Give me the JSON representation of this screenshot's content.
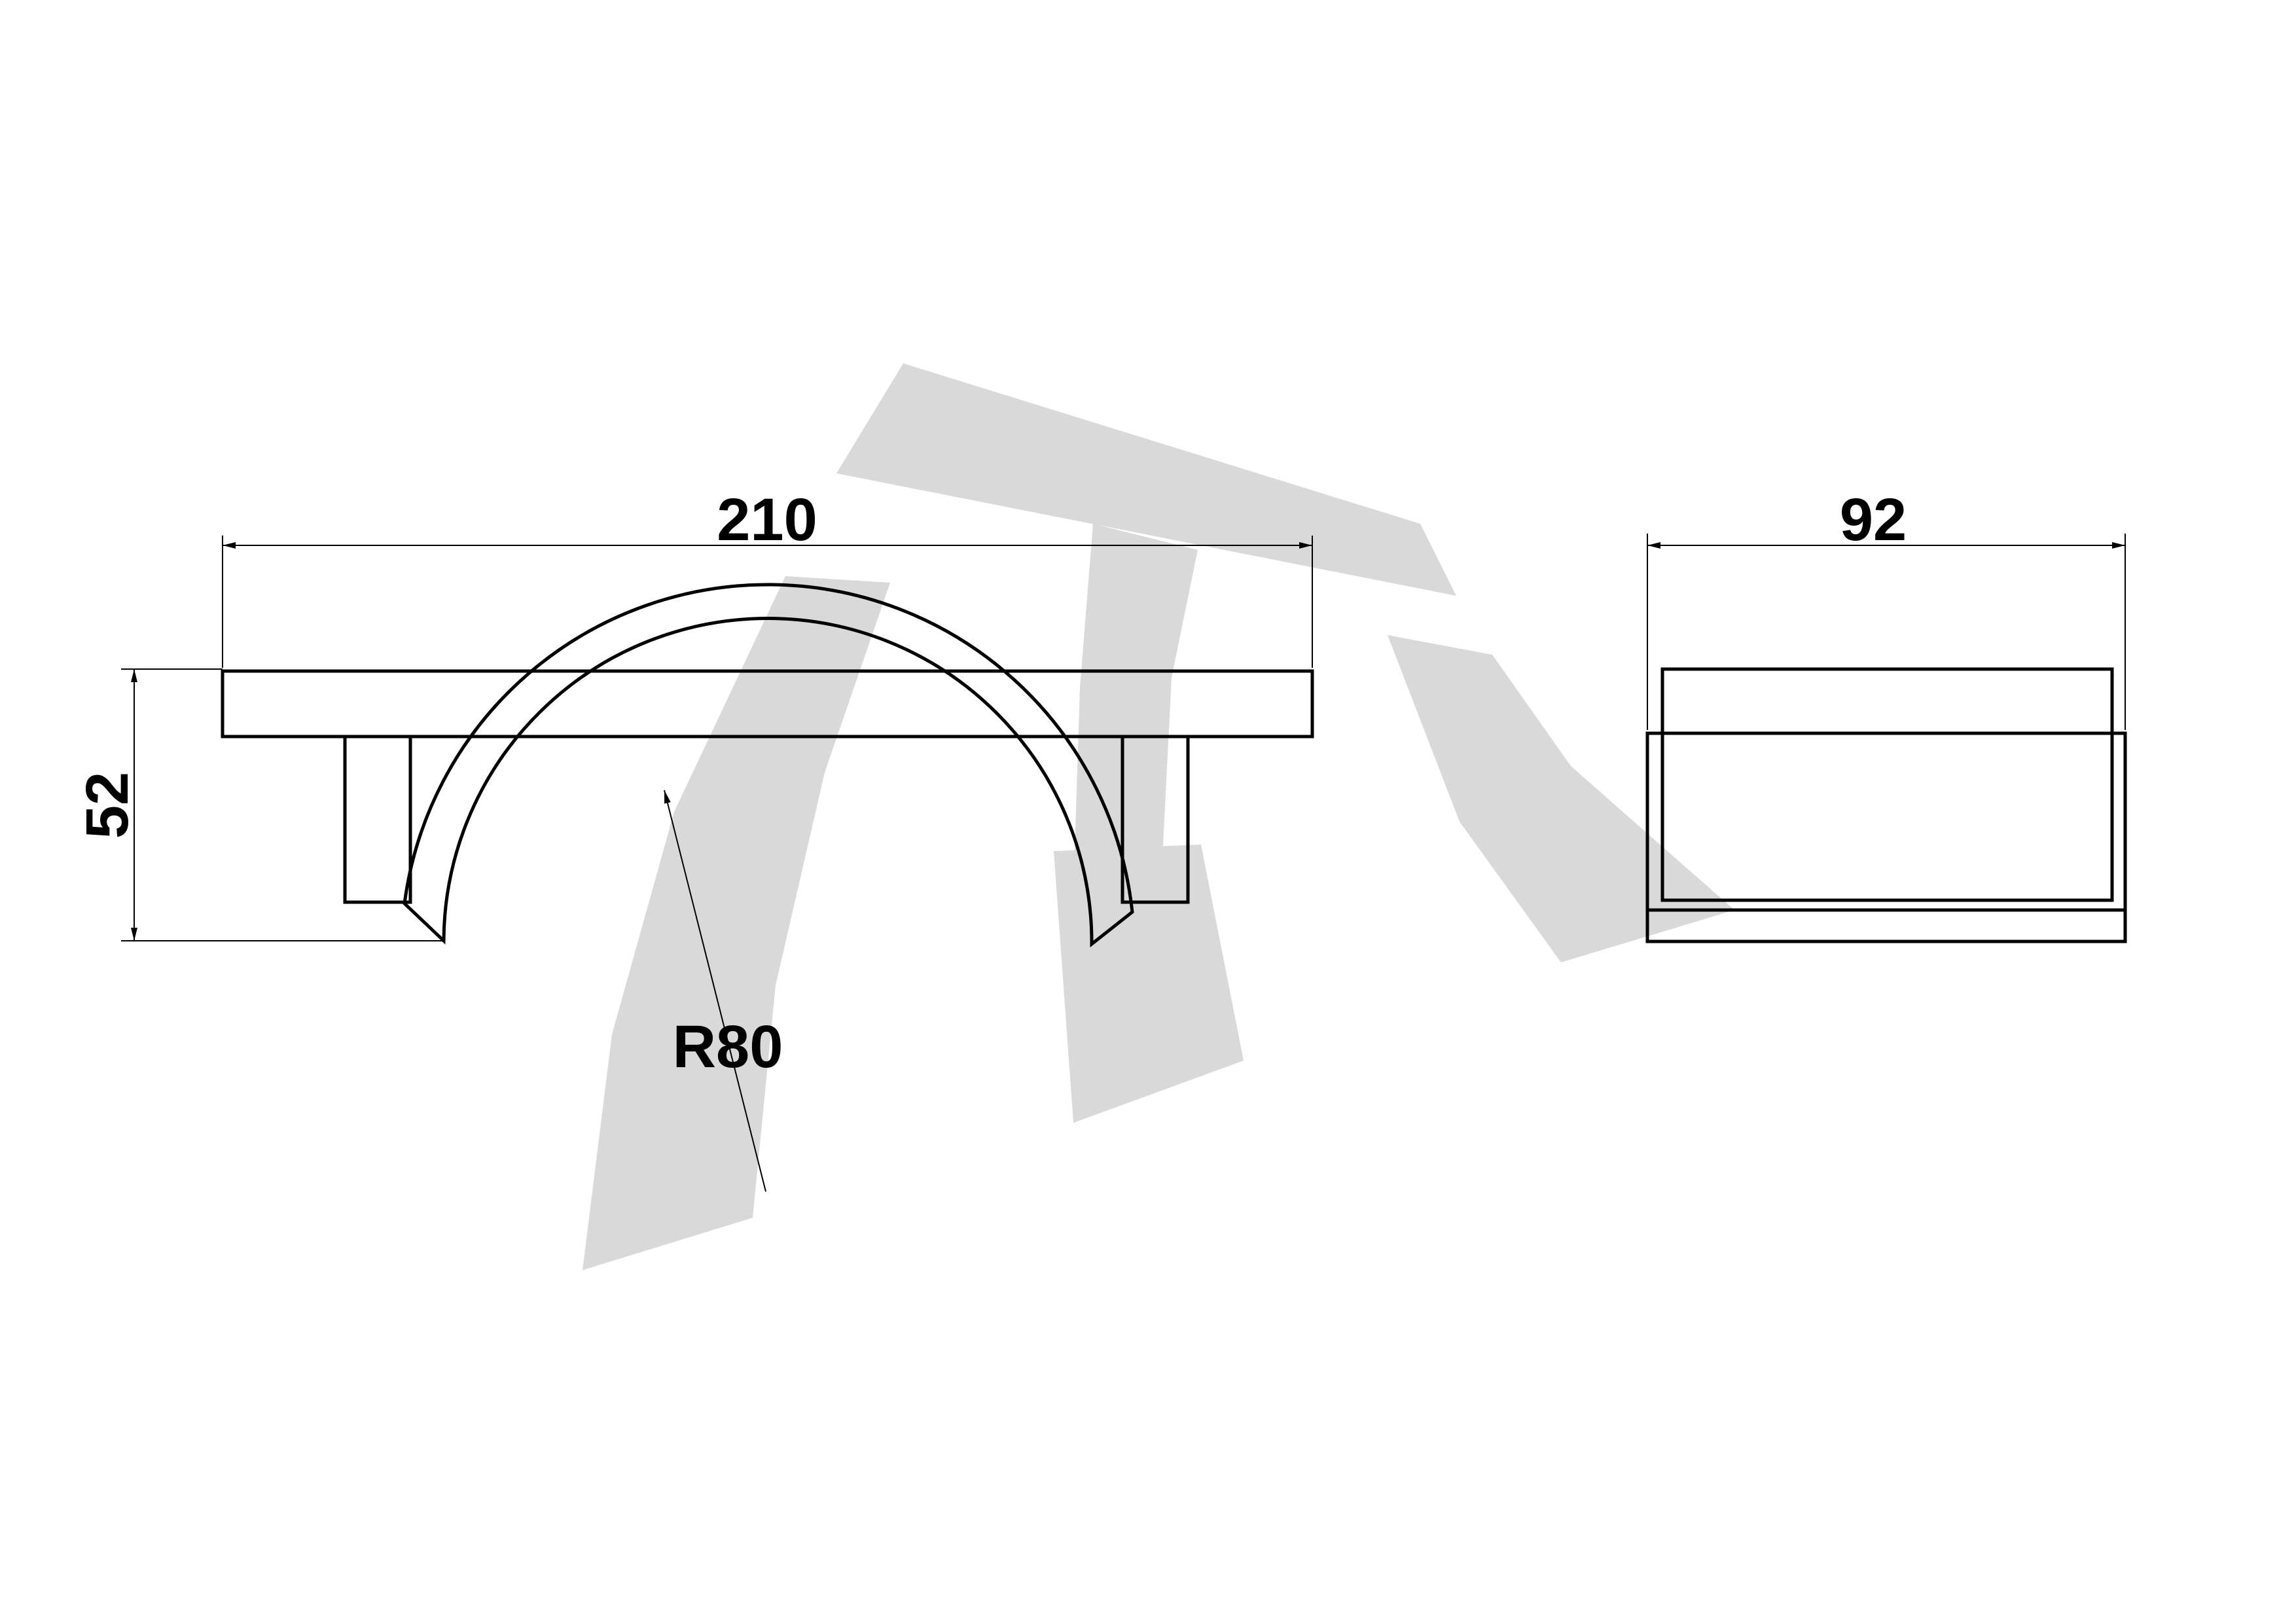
{
  "colors": {
    "line": "#000000",
    "watermark": "#d9d9d9",
    "background": "#ffffff"
  },
  "watermark": {
    "type": "logo",
    "description_icon": "brand-logo-watermark"
  },
  "front_view": {
    "width_label": "210",
    "height_label": "52",
    "radius_label": "R80"
  },
  "side_view": {
    "width_label": "92"
  }
}
